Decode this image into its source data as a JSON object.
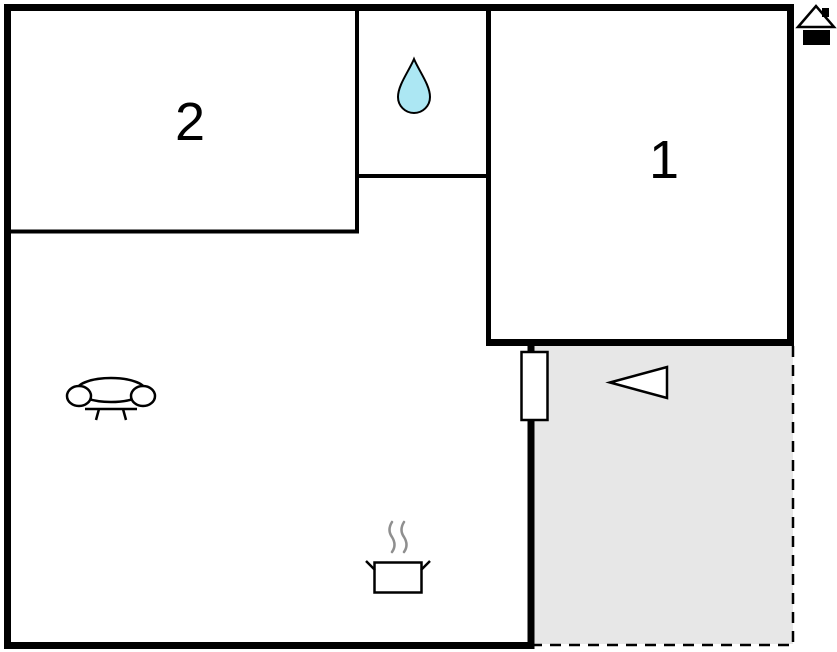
{
  "plan": {
    "rooms": [
      {
        "id": "room-1",
        "number": "1"
      },
      {
        "id": "room-2",
        "number": "2"
      }
    ],
    "colors": {
      "wall": "#000000",
      "background": "#ffffff",
      "terrace_fill": "#e7e7e7",
      "water_drop_fill": "#ace7f3",
      "steam_stroke": "#8f8f8f"
    },
    "icons": [
      "north-house-icon",
      "water-drop-icon",
      "sofa-icon",
      "stove-icon",
      "door-icon",
      "terrace-arrow-icon"
    ]
  }
}
